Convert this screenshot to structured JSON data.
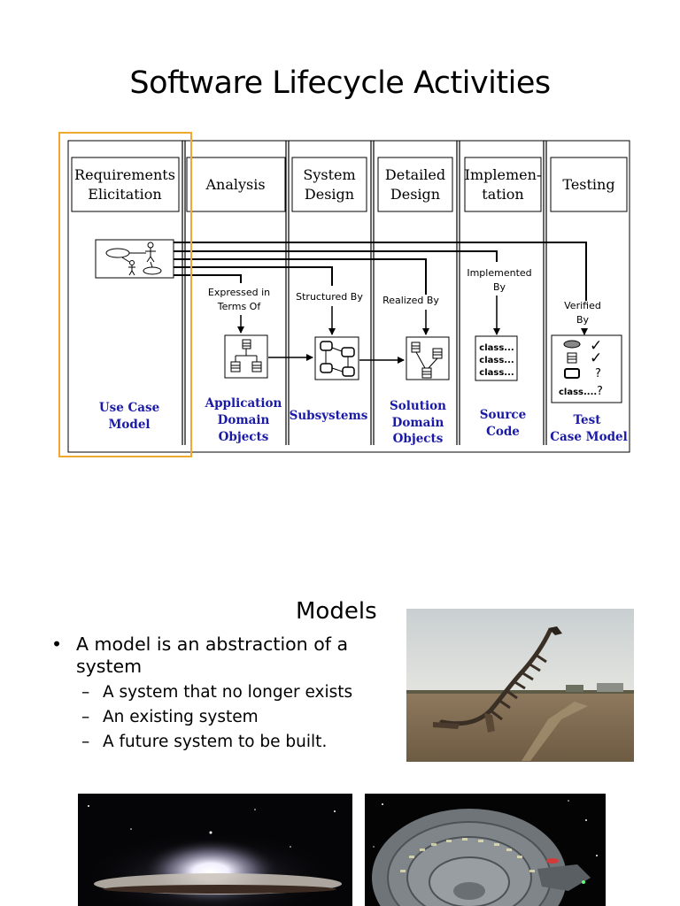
{
  "slide1": {
    "title": "Software Lifecycle Activities",
    "phases": [
      {
        "line1": "Requirements",
        "line2": "Elicitation"
      },
      {
        "line1": "Analysis",
        "line2": ""
      },
      {
        "line1": "System",
        "line2": "Design"
      },
      {
        "line1": "Detailed",
        "line2": "Design"
      },
      {
        "line1": "Implemen-",
        "line2": "tation"
      },
      {
        "line1": "Testing",
        "line2": ""
      }
    ],
    "relations": [
      {
        "line1": "Expressed in",
        "line2": "Terms Of"
      },
      {
        "line1": "Structured By",
        "line2": ""
      },
      {
        "line1": "Realized By",
        "line2": ""
      },
      {
        "line1": "Implemented",
        "line2": "By"
      },
      {
        "line1": "Verified",
        "line2": "By"
      }
    ],
    "models": [
      {
        "line1": "Use Case",
        "line2": "Model",
        "line3": ""
      },
      {
        "line1": "Application",
        "line2": "Domain",
        "line3": "Objects"
      },
      {
        "line1": "Subsystems",
        "line2": "",
        "line3": ""
      },
      {
        "line1": "Solution",
        "line2": "Domain",
        "line3": "Objects"
      },
      {
        "line1": "Source",
        "line2": "Code",
        "line3": ""
      },
      {
        "line1": "Test",
        "line2": "Case Model",
        "line3": ""
      }
    ],
    "code_lines": [
      "class...",
      "class...",
      "class..."
    ],
    "test_icons": {
      "check1": "✓",
      "check2": "✓",
      "q1": "?",
      "class_line": "class....",
      "q2": "?"
    },
    "highlight_color": "#f0a830",
    "model_text_color": "#1a1aa6"
  },
  "slide2": {
    "title": "Models",
    "bullet": "A model is an abstraction of a system",
    "bullet_line1": "A model is an abstraction of a",
    "bullet_line2": "system",
    "sub_bullets": [
      "A system that no longer exists",
      "An existing system",
      "A future system to be built."
    ],
    "bullet_char": "•",
    "dash_char": "–",
    "photos": [
      "dinosaur-sculpture-photo",
      "sombrero-galaxy-photo",
      "starship-model-photo"
    ]
  }
}
